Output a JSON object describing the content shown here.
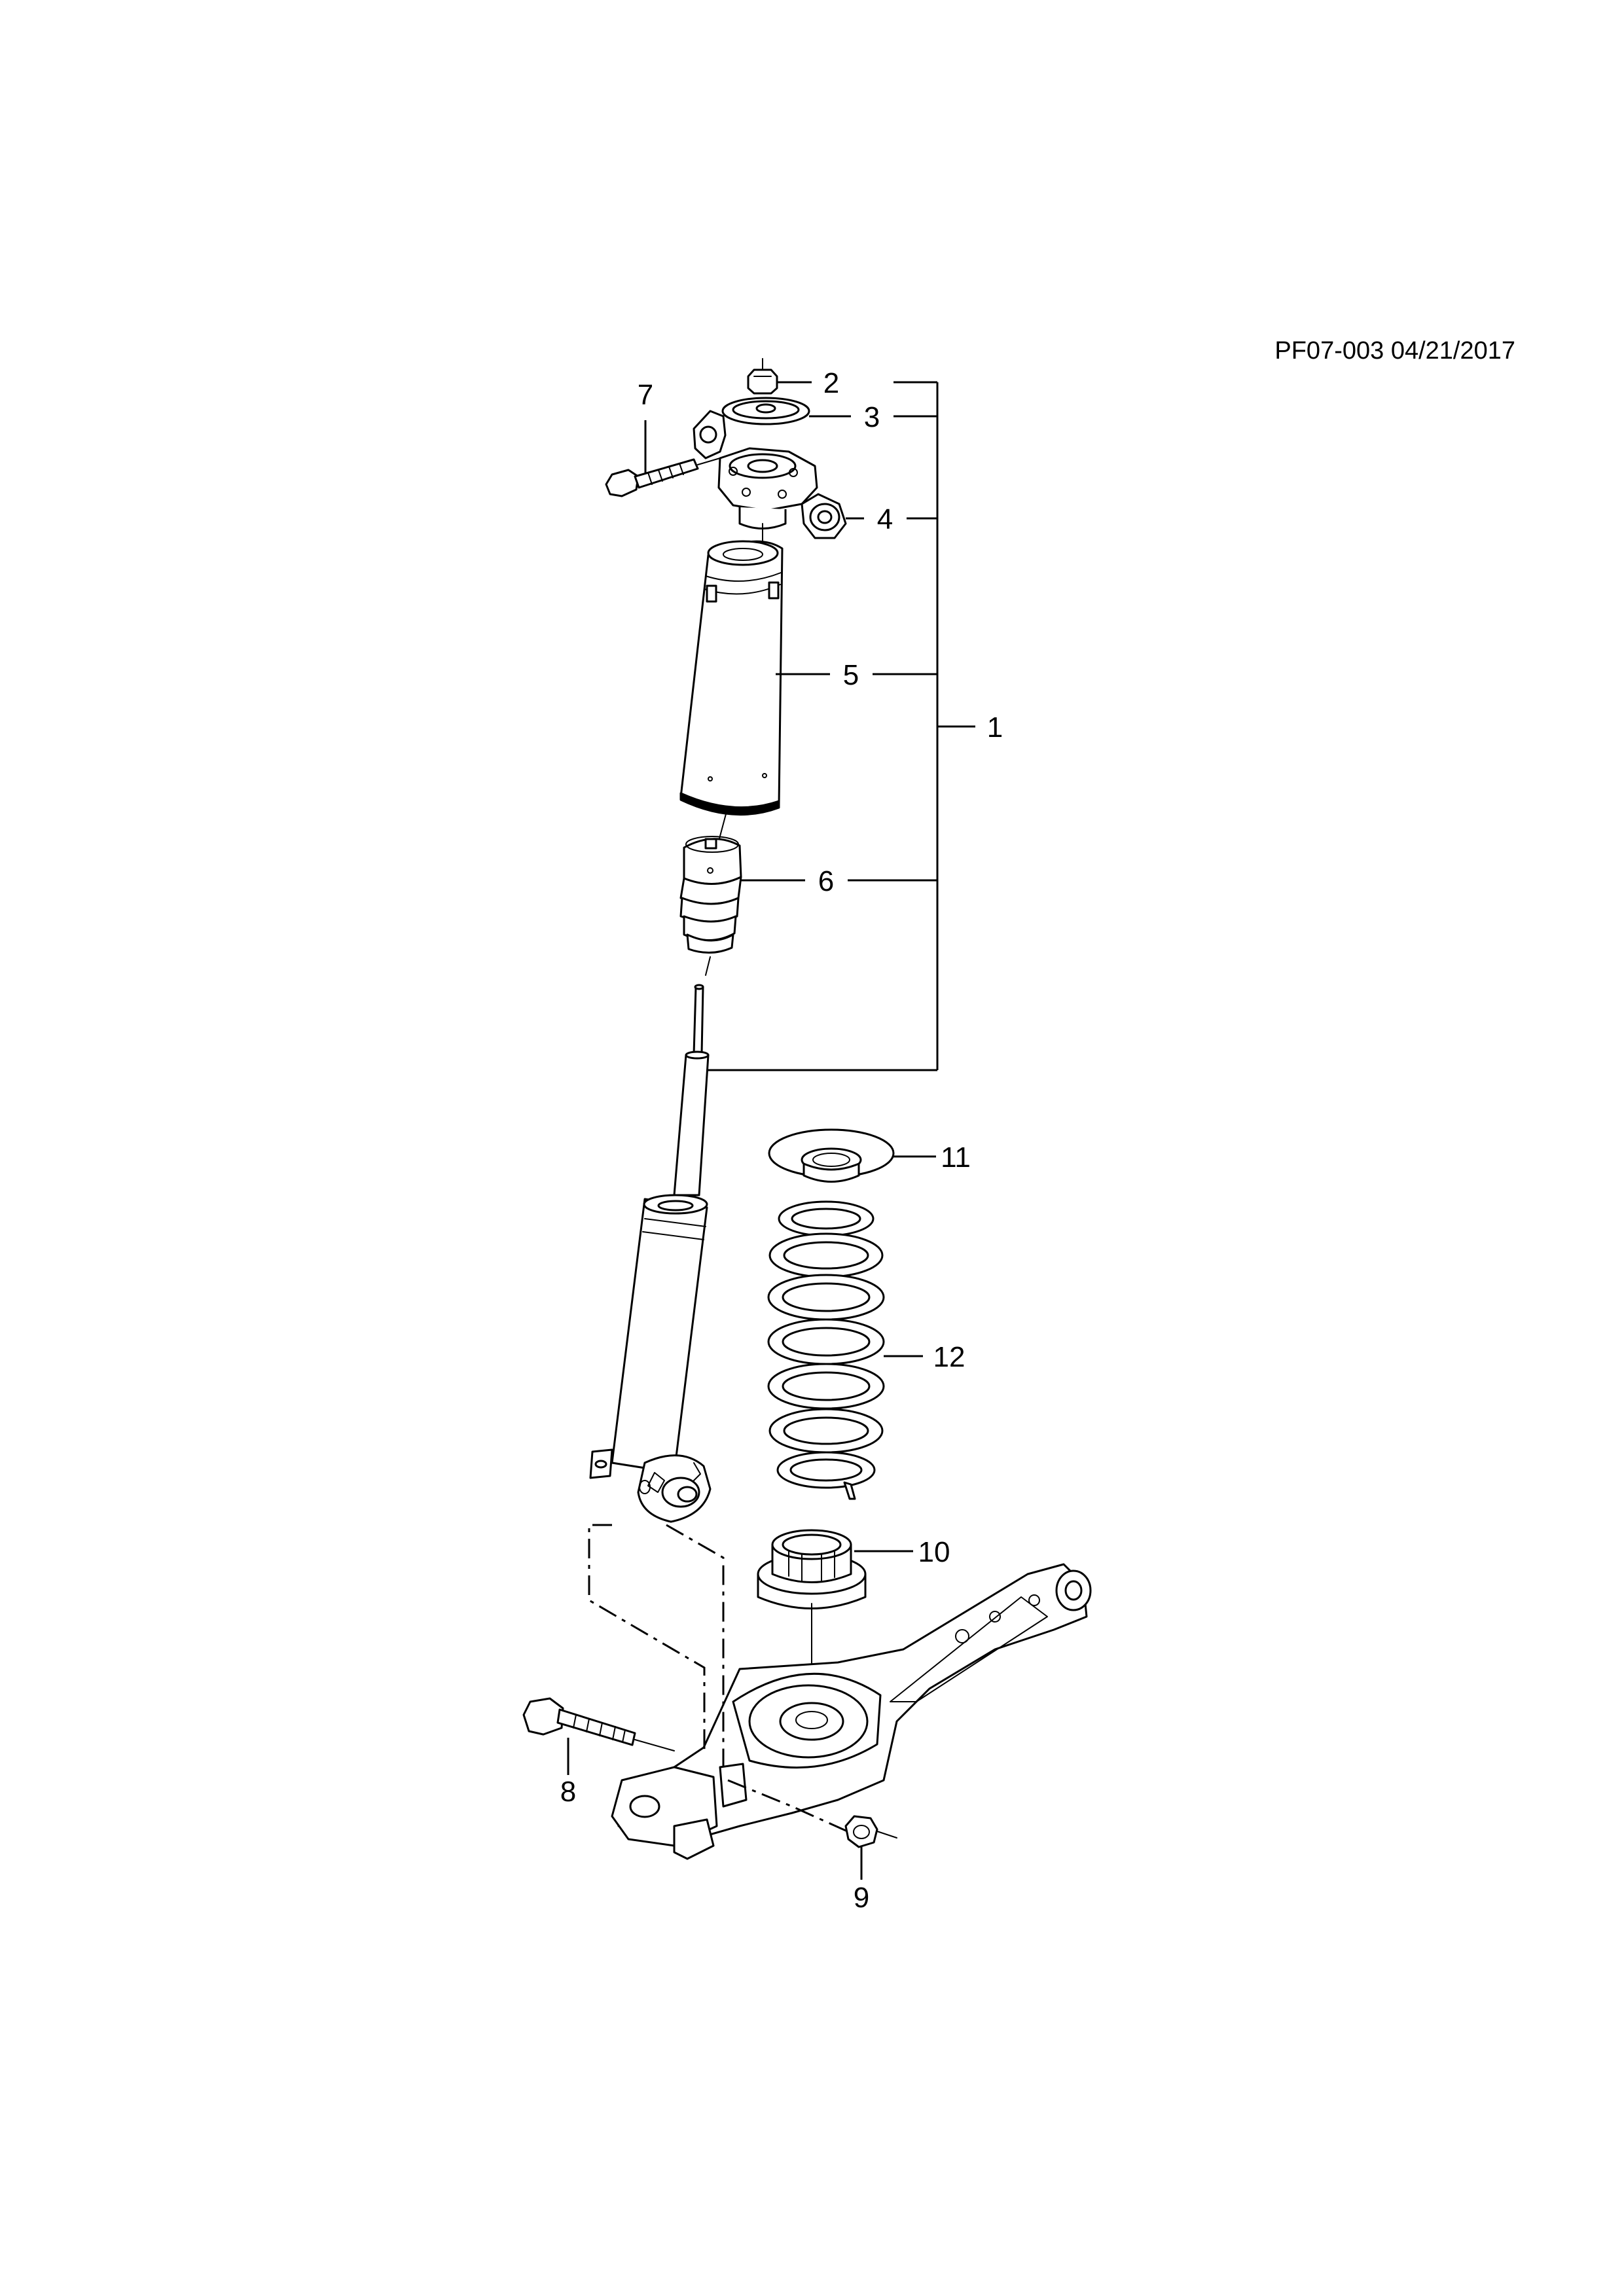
{
  "diagram": {
    "reference": "PF07-003 04/21/2017",
    "callouts": {
      "c1": "1",
      "c2": "2",
      "c3": "3",
      "c4": "4",
      "c5": "5",
      "c6": "6",
      "c7": "7",
      "c8": "8",
      "c9": "9",
      "c10": "10",
      "c11": "11",
      "c12": "12"
    }
  }
}
